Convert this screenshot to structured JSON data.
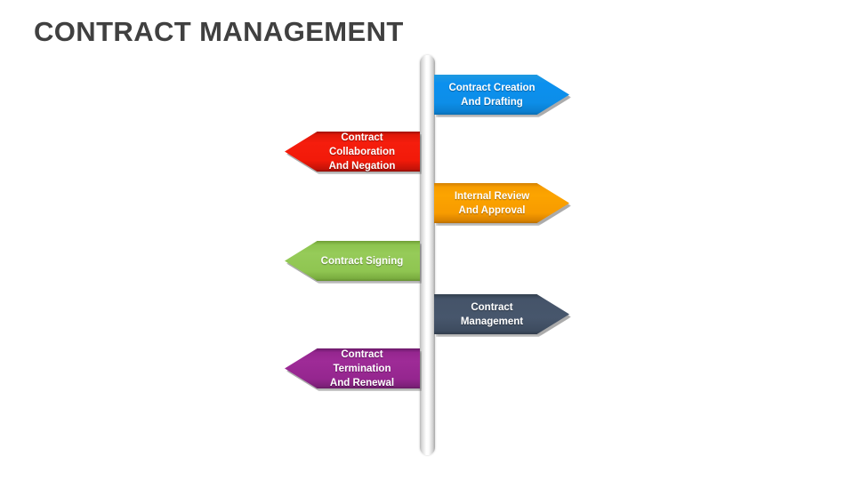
{
  "slide": {
    "title": "CONTRACT MANAGEMENT",
    "background_color": "#ffffff",
    "title_color": "#404040"
  },
  "timeline": {
    "pole": {
      "name": "vertical-timeline-pole",
      "color_light": "#ffffff",
      "color_shadow": "#b9b9b9"
    },
    "steps": [
      {
        "index": 1,
        "label": "Contract Creation\nAnd Drafting",
        "direction": "right",
        "color": "#0d8ee8",
        "color_name": "blue"
      },
      {
        "index": 2,
        "label": "Contract Collaboration\nAnd Negation",
        "direction": "left",
        "color": "#f51d0d",
        "color_name": "red"
      },
      {
        "index": 3,
        "label": "Internal Review\nAnd Approval",
        "direction": "right",
        "color": "#fca400",
        "color_name": "orange"
      },
      {
        "index": 4,
        "label": "Contract Signing",
        "direction": "left",
        "color": "#96cb59",
        "color_name": "green"
      },
      {
        "index": 5,
        "label": "Contract\nManagement",
        "direction": "right",
        "color": "#47566c",
        "color_name": "slate"
      },
      {
        "index": 6,
        "label": "Contract Termination\nAnd Renewal",
        "direction": "left",
        "color": "#9e2b97",
        "color_name": "purple"
      }
    ]
  }
}
